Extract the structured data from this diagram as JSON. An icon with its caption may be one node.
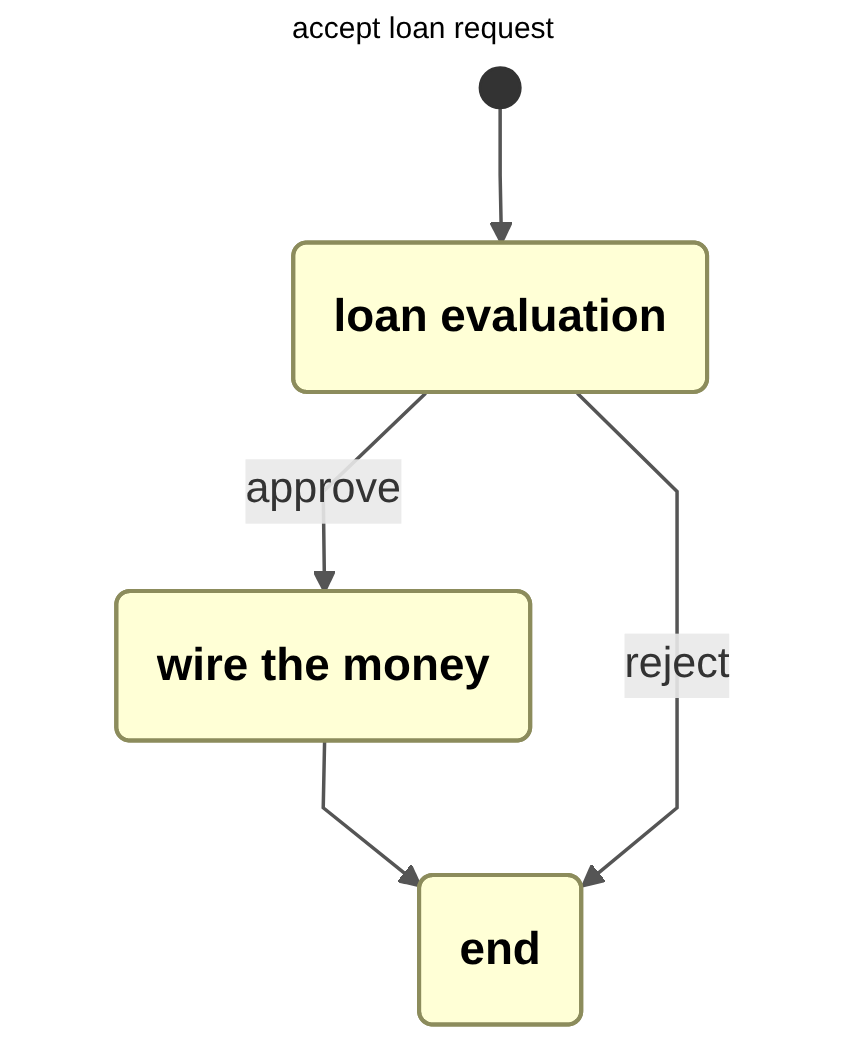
{
  "diagram": {
    "nodes": [
      {
        "text": [],
        "shape": "circle",
        "beside": [
          "accept loan request"
        ]
      },
      {
        "text": [
          "loan evaluation"
        ]
      },
      {
        "text": [
          "wire the money"
        ]
      },
      {
        "text": [
          "end"
        ]
      }
    ],
    "edges": [
      {
        "from": 0,
        "to": 1,
        "arrow": "to"
      },
      {
        "from": 1,
        "to": 2,
        "arrow": "to",
        "label": "approve"
      },
      {
        "from": 2,
        "to": 3,
        "arrow": "to"
      },
      {
        "from": 1,
        "to": 3,
        "arrow": "to",
        "label": "reject"
      }
    ]
  }
}
